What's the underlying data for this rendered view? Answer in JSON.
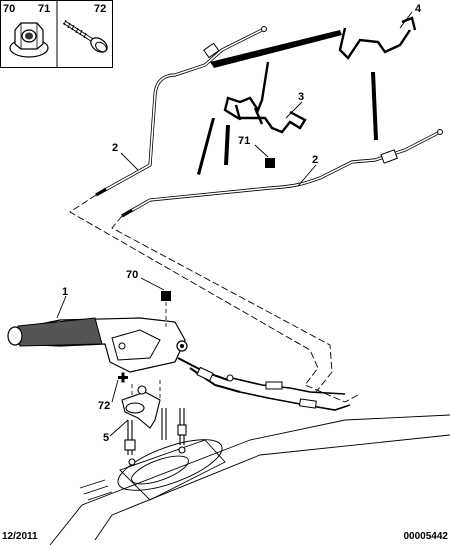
{
  "inset": {
    "labels": [
      "70",
      "71",
      "72"
    ]
  },
  "callouts": {
    "c1": "1",
    "c2a": "2",
    "c2b": "2",
    "c3": "3",
    "c4": "4",
    "c5": "5",
    "c70": "70",
    "c71": "71",
    "c72": "72"
  },
  "footer": {
    "date": "12/2011",
    "reference": "00005442"
  }
}
